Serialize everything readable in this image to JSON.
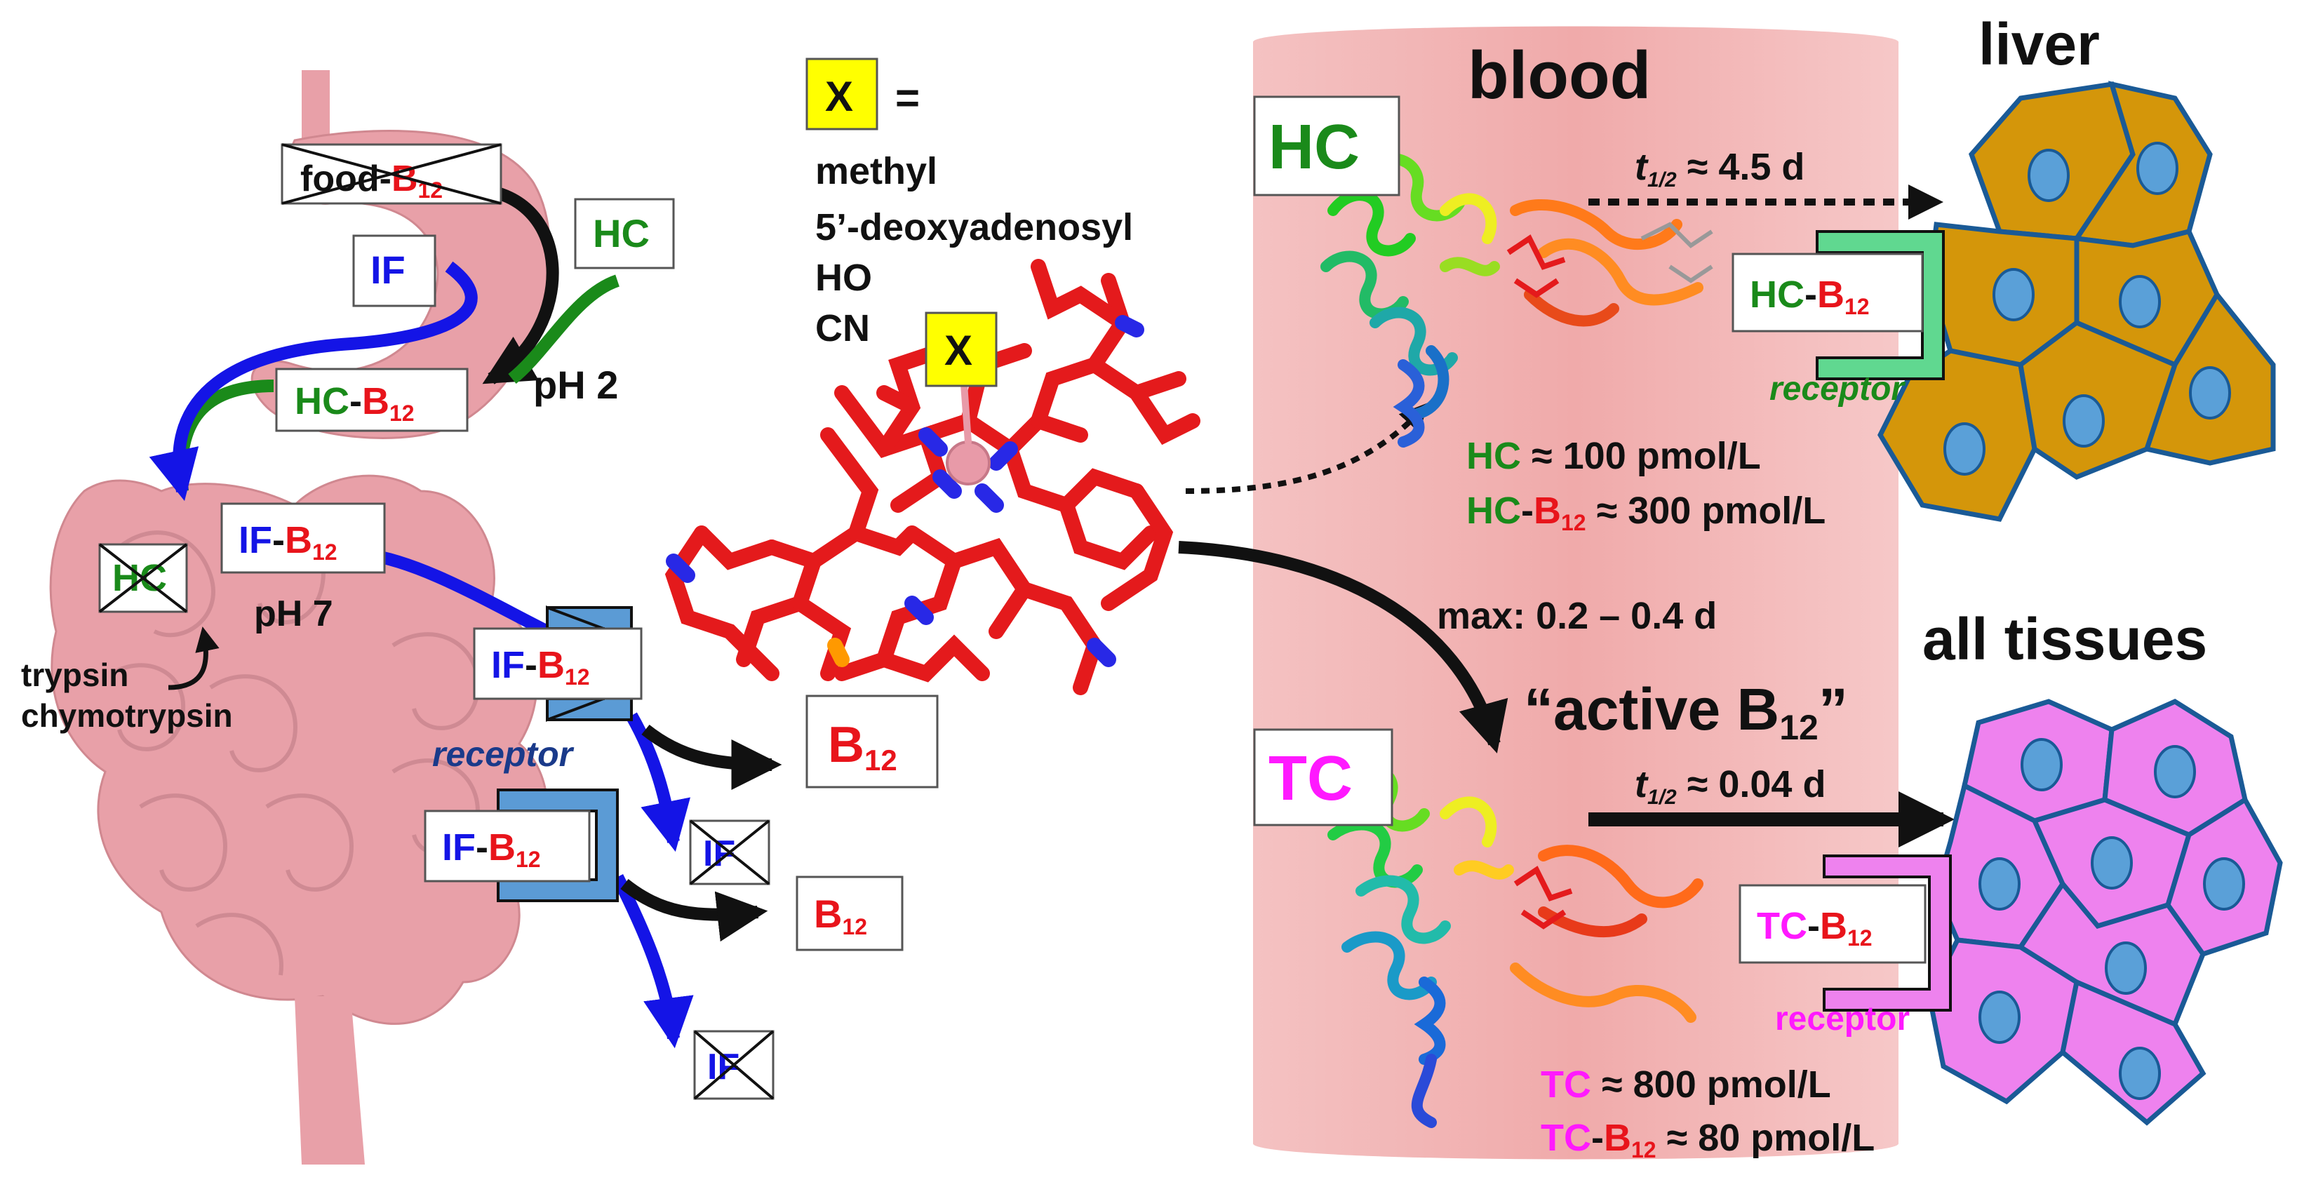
{
  "colors": {
    "hc": "#1a8a1a",
    "b12": "#e8141b",
    "intrinsic_factor": "#1414e6",
    "tc": "#ff19ff",
    "liver_cell": "#d4960a",
    "tissue_cell": "#ee82ee",
    "nucleus": "#5aa0d8",
    "blood": "#f0b4b4",
    "gut": "#e8a0a8",
    "receptor_blue": "#5b9bd5",
    "hc_receptor": "#60d890"
  },
  "labels": {
    "food": "food-",
    "b": "B",
    "sub12": "12",
    "dash": "-",
    "if": "IF",
    "hc": "HC",
    "tc": "TC",
    "ph2": "pH 2",
    "ph7": "pH 7",
    "trypsin": "trypsin",
    "chymotrypsin": "chymotrypsin",
    "receptor": "receptor"
  },
  "x_legend": {
    "x": "X",
    "equals": "=",
    "items": [
      "methyl",
      "5’-deoxyadenosyl",
      "HO",
      "CN"
    ]
  },
  "blood": {
    "title": "blood",
    "hc_conc_tail": " ≈ 100 pmol/L",
    "hc_b12_conc_tail": " ≈ 300 pmol/L",
    "max": "max: 0.2 – 0.4 d",
    "active_open": "“active B",
    "active_close": "”",
    "tc_conc_tail": " ≈ 800 pmol/L",
    "tc_b12_conc_tail": " ≈ 80 pmol/L"
  },
  "liver": {
    "title": "liver",
    "t_half": "t",
    "t_sub": "1/2",
    "t_value": " ≈ 4.5 d"
  },
  "tissues": {
    "title": "all tissues",
    "t_half": "t",
    "t_sub": "1/2",
    "t_value": " ≈ 0.04 d"
  }
}
